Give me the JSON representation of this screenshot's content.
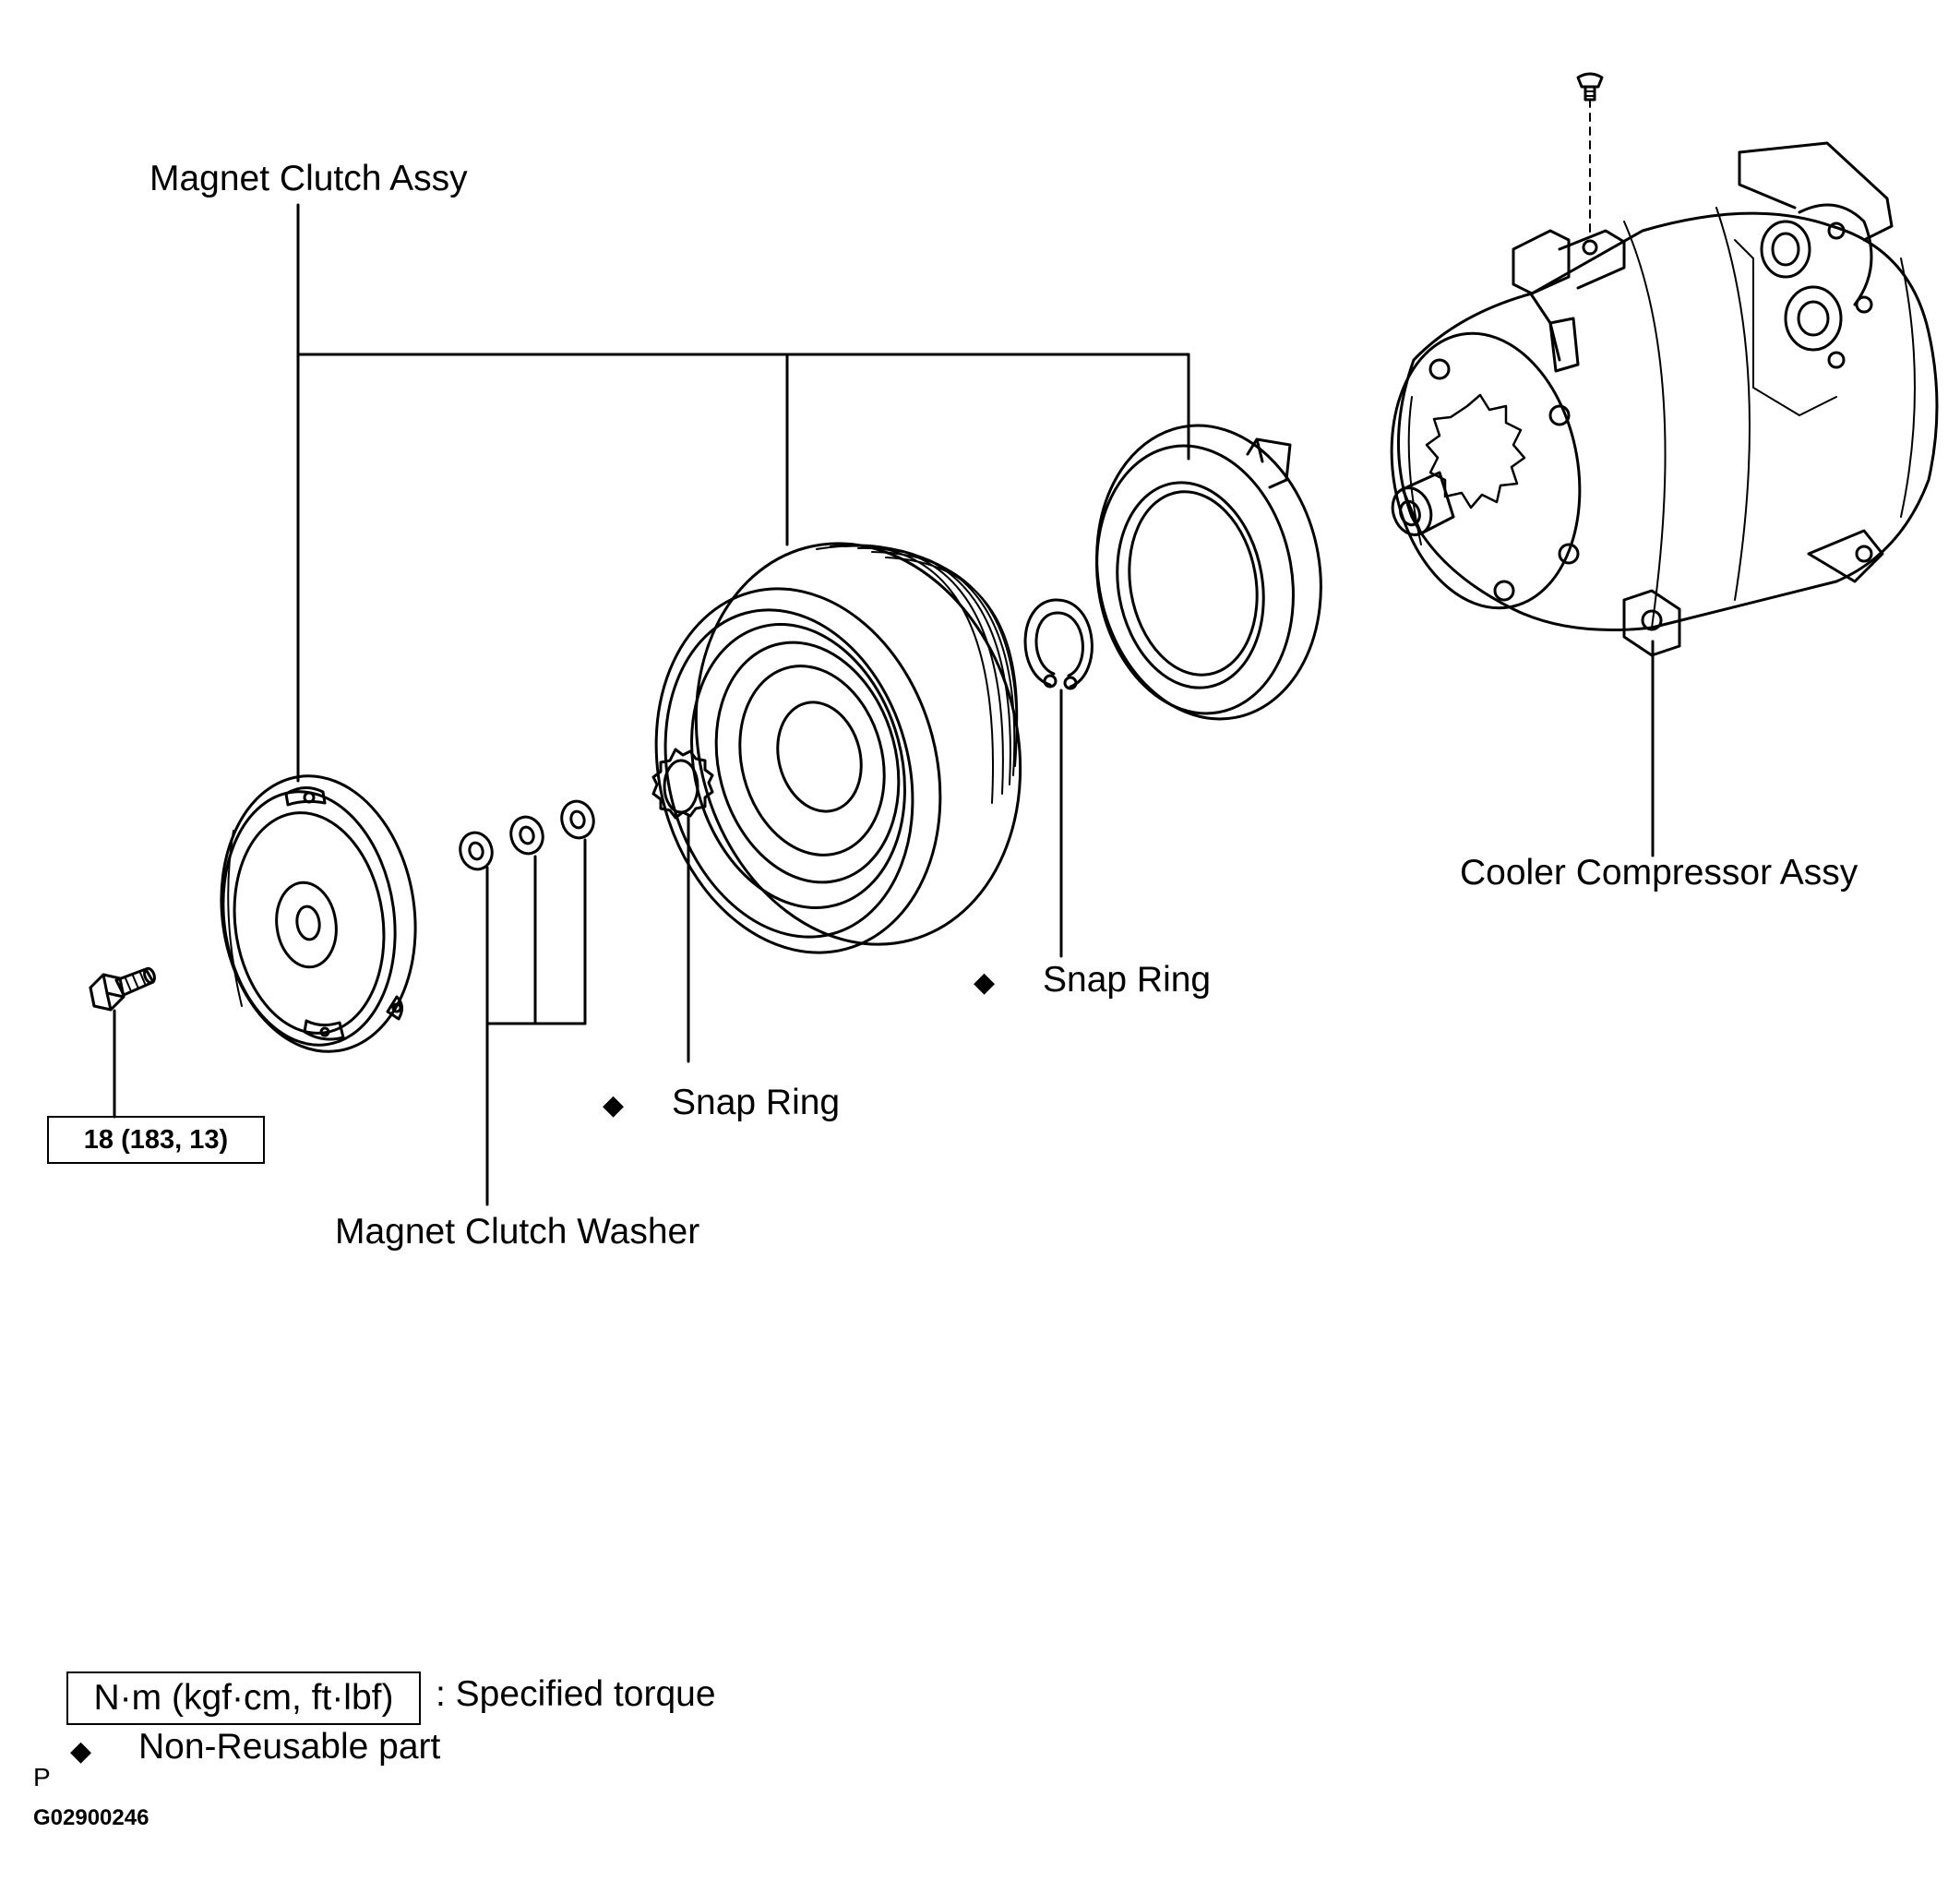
{
  "labels": {
    "magnet_clutch_assy": "Magnet Clutch Assy",
    "cooler_compressor_assy": "Cooler Compressor Assy",
    "snap_ring_outer": "Snap Ring",
    "snap_ring_inner": "Snap Ring",
    "magnet_clutch_washer": "Magnet Clutch Washer",
    "bolt_torque": "18 (183, 13)"
  },
  "legend": {
    "torque_unit": "N·m (kgf·cm, ft·lbf)",
    "torque_desc": ": Specified torque",
    "non_reusable_symbol": "◆",
    "non_reusable_desc": "Non-Reusable  part"
  },
  "footer": {
    "code_letter": "P",
    "figure_id": "G02900246"
  },
  "icons": [
    "bolt-icon",
    "clutch-plate-icon",
    "washer-icon",
    "snap-ring-icon",
    "pulley-icon",
    "stator-coil-icon",
    "compressor-icon",
    "screw-icon",
    "non-reusable-diamond-icon"
  ]
}
